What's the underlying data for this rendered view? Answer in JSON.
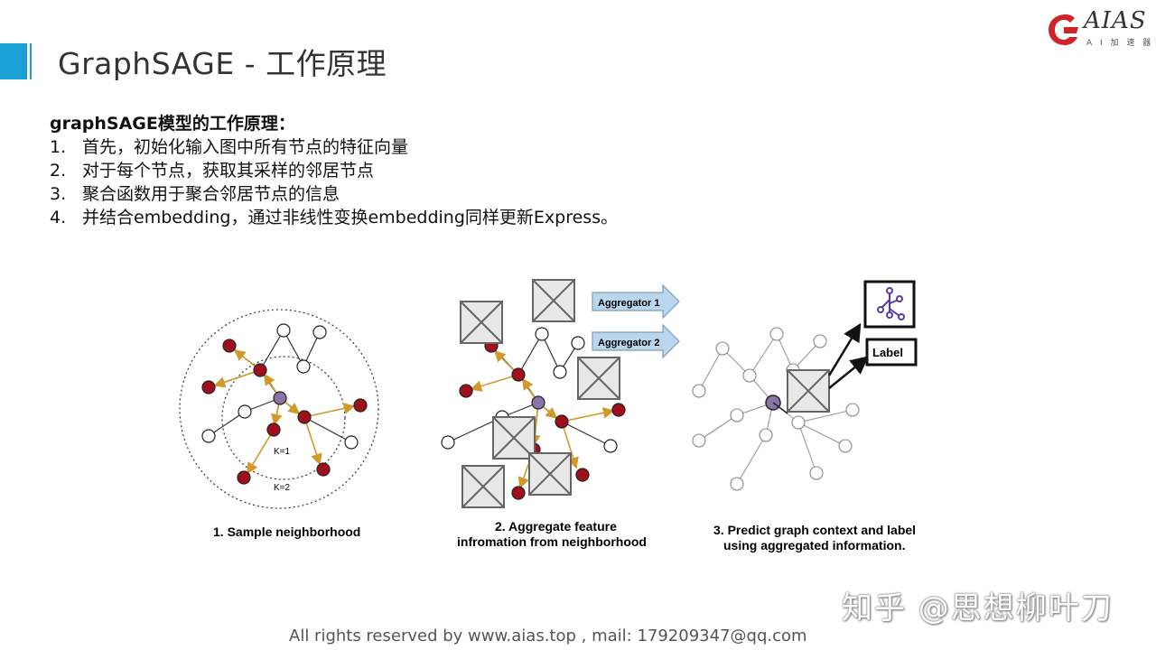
{
  "slide": {
    "title": "GraphSAGE - 工作原理",
    "heading": "graphSAGE模型的工作原理：",
    "steps": [
      {
        "num": "1.",
        "text": "首先，初始化输入图中所有节点的特征向量"
      },
      {
        "num": "2.",
        "text": "对于每个节点，获取其采样的邻居节点"
      },
      {
        "num": "3.",
        "text": "聚合函数用于聚合邻居节点的信息"
      },
      {
        "num": "4.",
        "text": "并结合embedding，通过非线性变换embedding同样更新Express。"
      }
    ],
    "footer": "All rights reserved by www.aias.top , mail: 179209347@qq.com",
    "watermark": "知乎 @思想柳叶刀"
  },
  "logo": {
    "text": "AIAS",
    "subtitle": "A I 加 速 器",
    "color": "#d0242b"
  },
  "diagram": {
    "panel1": {
      "caption": "1. Sample neighborhood",
      "k1": "K=1",
      "k2": "K=2"
    },
    "panel2": {
      "caption_line1": "2. Aggregate feature",
      "caption_line2": "infromation from neighborhood",
      "aggregator1": "Aggregator 1",
      "aggregator2": "Aggregator 2"
    },
    "panel3": {
      "caption_line1": "3. Predict graph context and label",
      "caption_line2": "using aggregated information.",
      "label_box": "Label"
    },
    "colors": {
      "sampled": "#a0101c",
      "center": "#8a75a8",
      "edge": "#d09a2a",
      "aggregator_fill": "#b9d6ec"
    }
  }
}
